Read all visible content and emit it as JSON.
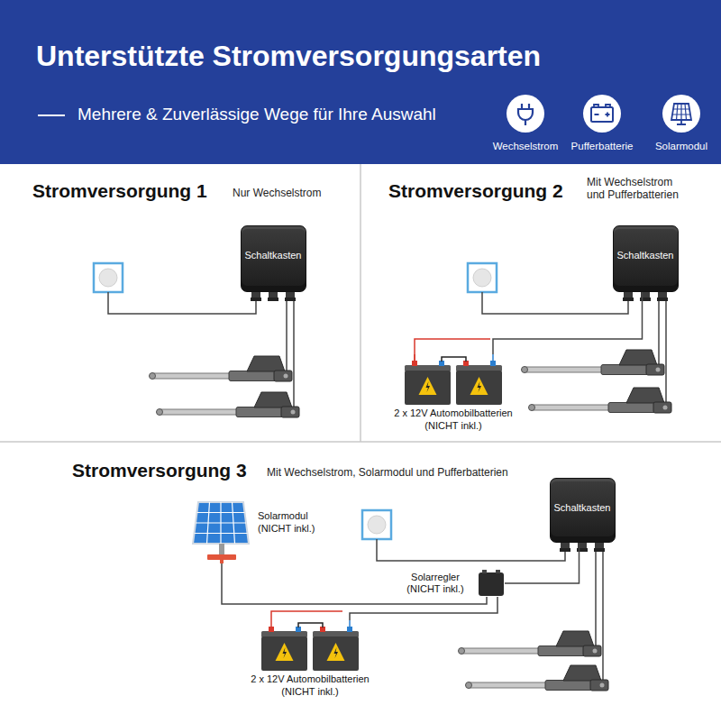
{
  "diagram": {
    "title": "Unterstützte Stromversorgungsarten",
    "nodes": [
      {
        "text": [
          "Wechselstrom"
        ]
      },
      {
        "text": [
          "Pufferbatterie"
        ]
      },
      {
        "text": [
          "Solarmodul"
        ]
      },
      {
        "text": [
          "Stromversorgung 1",
          "Nur Wechselstrom"
        ]
      },
      {
        "text": [
          "Schaltkasten"
        ],
        "in": 3
      },
      {
        "text": [
          "Stromversorgung 2",
          "Mit Wechselstrom und Pufferbatterien"
        ]
      },
      {
        "text": [
          "Schaltkasten"
        ],
        "in": 5
      },
      {
        "text": [
          "2 x 12V Automobilbatterien (NICHT inkl.)"
        ],
        "in": 5
      },
      {
        "text": [
          "Stromversorgung 3",
          "Mit Wechselstrom, Solarmodul und Pufferbatterien"
        ]
      },
      {
        "text": [
          "Solarmodul (NICHT inkl.)"
        ],
        "in": 8
      },
      {
        "text": [
          "Schaltkasten"
        ],
        "in": 8
      },
      {
        "text": [
          "Solarregler (NICHT inkl.)"
        ],
        "in": 8
      },
      {
        "text": [
          "2 x 12V Automobilbatterien (NICHT inkl.)"
        ],
        "in": 8
      }
    ],
    "edges": [
      {
        "from": 7,
        "to": 6,
        "arrow": "none"
      },
      {
        "from": 9,
        "to": 11,
        "arrow": "none"
      },
      {
        "from": 12,
        "to": 11,
        "arrow": "none"
      },
      {
        "from": 11,
        "to": 10,
        "arrow": "none"
      }
    ],
    "labels": [
      "Mehrere & Zuverlässige Wege für Ihre Auswahl"
    ]
  }
}
